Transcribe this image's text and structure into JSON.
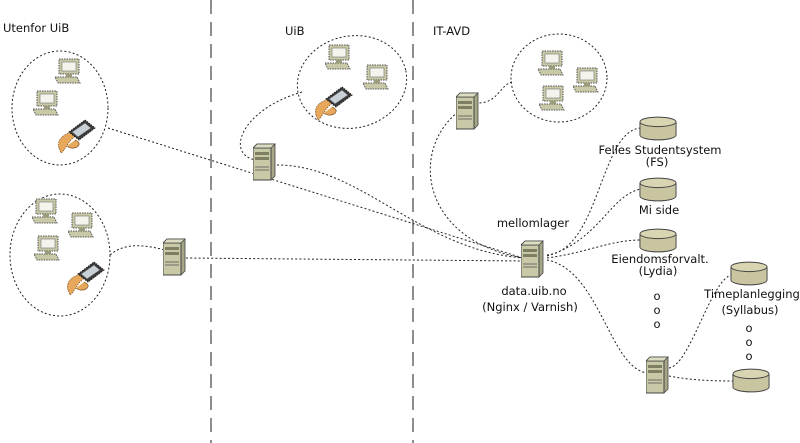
{
  "zones": {
    "outside": "Utenfor UiB",
    "uib": "UiB",
    "itavd": "IT-AVD"
  },
  "cache": {
    "label": "mellomlager",
    "host": "data.uib.no",
    "software": "(Nginx / Varnish)"
  },
  "systems": [
    {
      "line1": "Felles Studentsystem",
      "line2": "(FS)"
    },
    {
      "line1": "Mi side",
      "line2": ""
    },
    {
      "line1": "Eiendomsforvalt.",
      "line2": "(Lydia)"
    },
    {
      "line1": "Timeplanlegging",
      "line2": "(Syllabus)"
    }
  ],
  "ellipsis": "o",
  "colors": {
    "device": "#c9c9a8",
    "device_dark": "#8c8c6c",
    "hand": "#e8a85c",
    "db": "#c9c5a0"
  },
  "icons": [
    "computer-icon",
    "server-icon",
    "handheld-icon",
    "database-icon"
  ]
}
